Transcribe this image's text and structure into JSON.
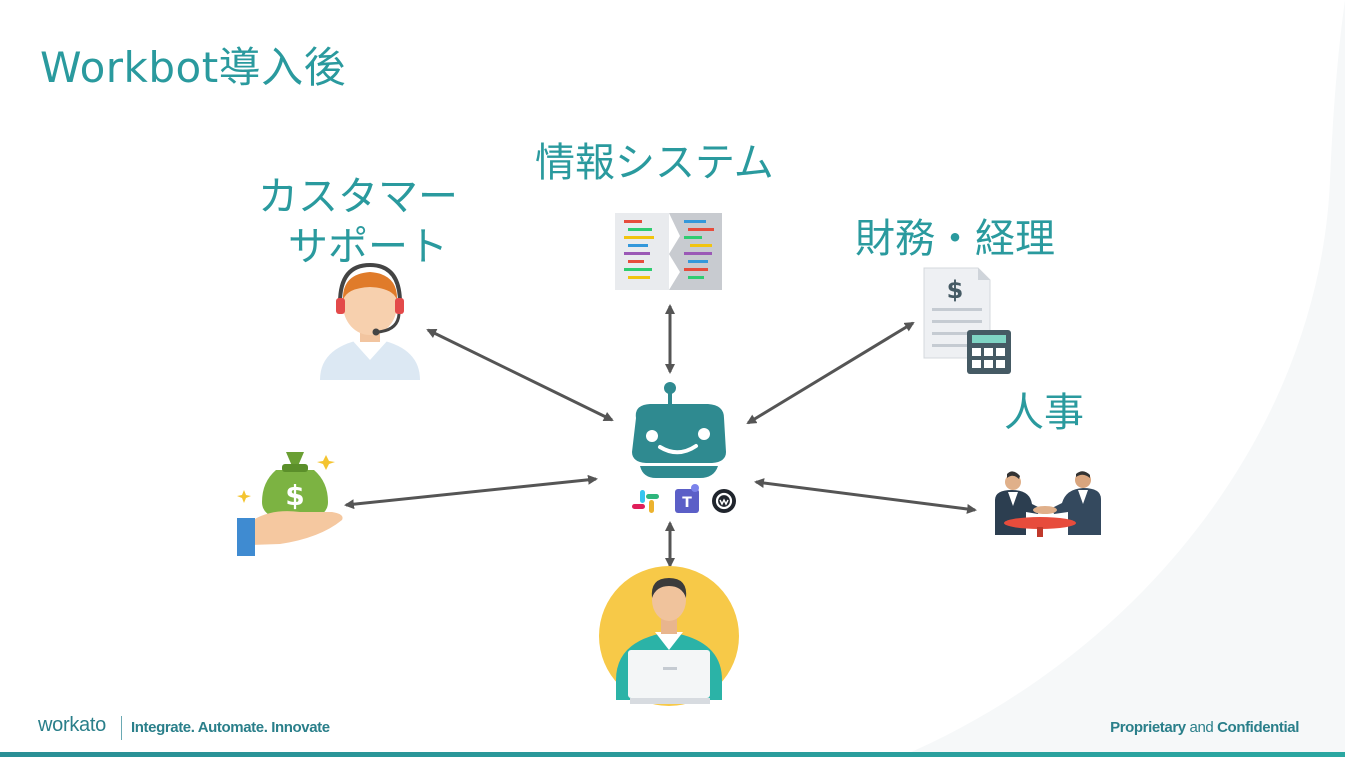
{
  "slide": {
    "title": "Workbot導入後"
  },
  "departments": {
    "customer_support_line1": "カスタマー",
    "customer_support_line2": "サポート",
    "information_systems": "情報システム",
    "finance_accounting": "財務・経理",
    "human_resources": "人事"
  },
  "footer": {
    "brand": "workato",
    "tagline": "Integrate. Automate. Innovate",
    "confidential_word1": "Proprietary",
    "confidential_word2": "and",
    "confidential_word3": "Confidential"
  },
  "colors": {
    "accent": "#2a9a9e",
    "robot": "#2f8a90",
    "arrow": "#555555",
    "money_green": "#7cb342",
    "employee_circle": "#f7c948"
  },
  "icons": {
    "customer_support": "headset-agent-icon",
    "information_systems": "code-editor-icon",
    "finance_accounting": "invoice-calculator-icon",
    "human_resources": "handshake-meeting-icon",
    "sales": "money-bag-hand-icon",
    "employee": "person-laptop-icon",
    "bot": "workbot-robot-icon",
    "chat_apps": [
      "slack-icon",
      "teams-icon",
      "workplace-icon"
    ]
  }
}
